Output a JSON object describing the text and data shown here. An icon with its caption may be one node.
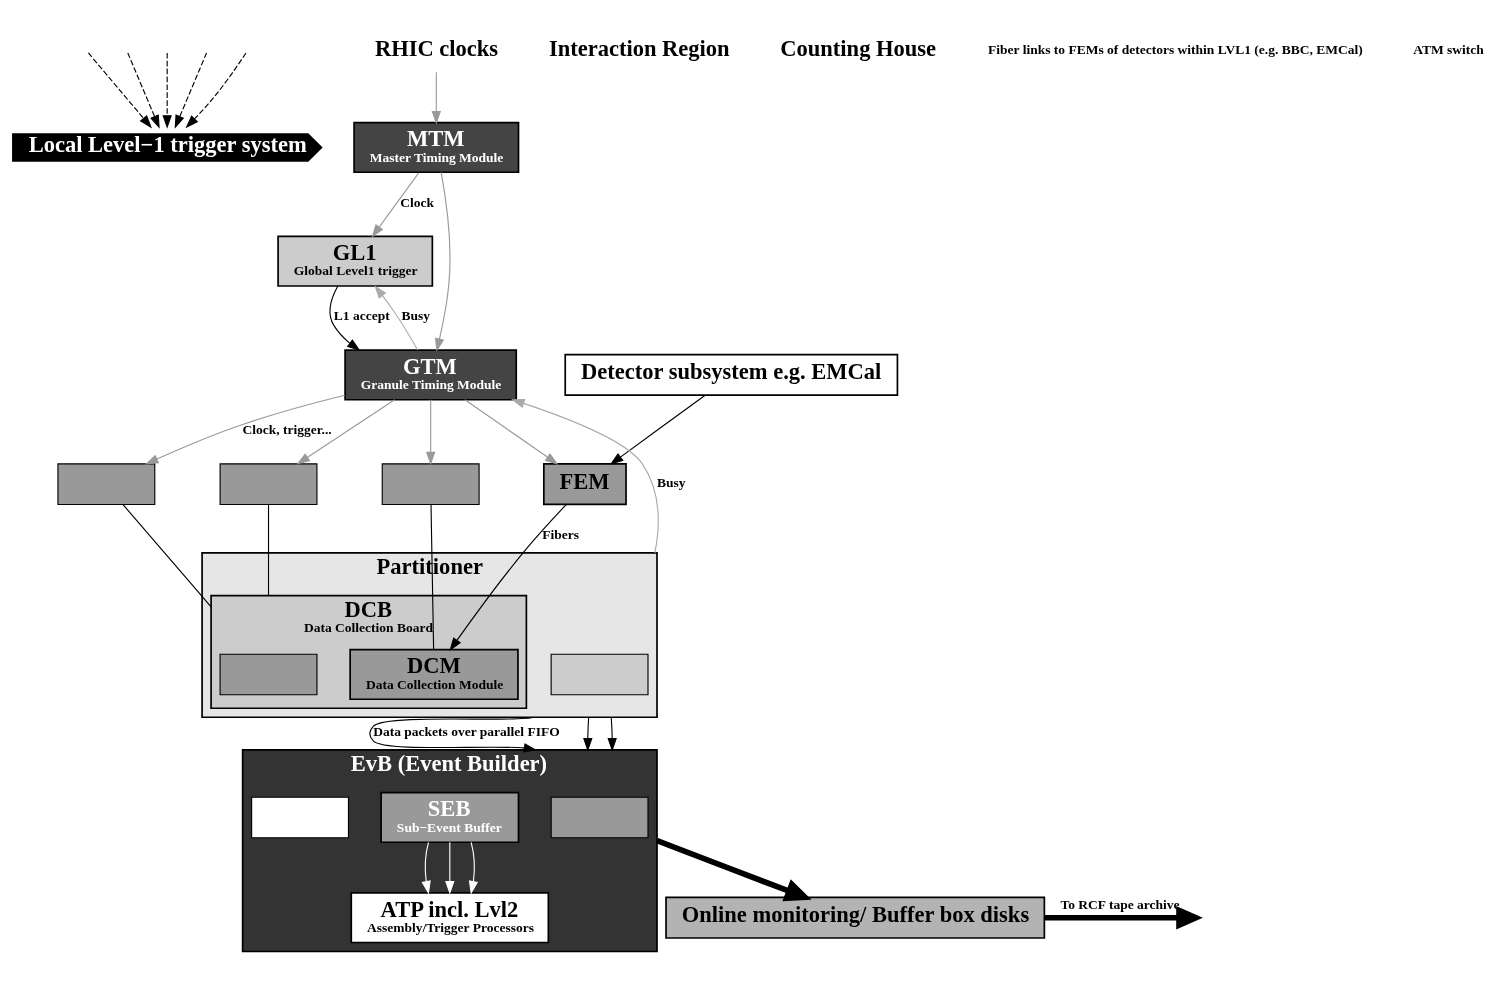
{
  "diagram": {
    "nodes": [
      {
        "text": [
          "Local Level−1 trigger system"
        ]
      },
      {
        "text": [
          "GL1",
          "Global Level1 trigger"
        ]
      },
      {
        "text": [
          "GTM",
          "Granule Timing Module"
        ]
      },
      {
        "text": [
          "MTM",
          "Master Timing Module"
        ]
      },
      {
        "text": [
          "RHIC clocks"
        ]
      },
      {
        "text": [
          "Detector subsystem e.g. EMCal"
        ]
      },
      {
        "text": [],
        "shape": "box"
      },
      {
        "text": [],
        "shape": "box"
      },
      {
        "text": [],
        "shape": "box"
      },
      {
        "text": [
          "FEM"
        ]
      },
      {
        "text": [
          "Partitioner"
        ]
      },
      {
        "text": [],
        "shape": "box",
        "in": 10
      },
      {
        "text": [
          "DCB",
          "Data Collection Board"
        ],
        "in": 10
      },
      {
        "text": [],
        "shape": "box",
        "in": 12
      },
      {
        "text": [
          "DCM",
          "Data Collection Module"
        ],
        "in": 12
      },
      {
        "text": [
          "EvB (Event Builder)"
        ]
      },
      {
        "text": [],
        "shape": "box",
        "in": 15
      },
      {
        "text": [
          "SEB",
          "Sub−Event Buffer"
        ],
        "in": 15
      },
      {
        "text": [],
        "shape": "box",
        "in": 15
      },
      {
        "text": [
          "ATP incl. Lvl2",
          "Assembly/Trigger Processors"
        ],
        "in": 15
      },
      {
        "text": [
          "Online monitoring/ Buffer box disks"
        ]
      }
    ],
    "edges": [
      {
        "from": 1,
        "to": 2,
        "arrow": "to",
        "label": "L1 accept"
      },
      {
        "from": 2,
        "to": 1,
        "arrow": "to",
        "label": "Busy",
        "color": "#aaaaaa"
      },
      {
        "from": 3,
        "to": 1,
        "arrow": "to",
        "label": "Clock",
        "color": "#999999"
      },
      {
        "from": 3,
        "to": 2,
        "arrow": "to",
        "color": "#999999"
      },
      {
        "from": 4,
        "to": 3,
        "arrow": "to",
        "color": "#999999"
      },
      {
        "from": 2,
        "to": 6,
        "arrow": "to",
        "label": "Clock, trigger...",
        "color": "#999999"
      },
      {
        "from": 2,
        "to": 7,
        "arrow": "to",
        "color": "#999999"
      },
      {
        "from": 2,
        "to": 8,
        "arrow": "to",
        "color": "#999999"
      },
      {
        "from": 2,
        "to": 9,
        "arrow": "to",
        "color": "#999999"
      },
      {
        "from": null,
        "to": 0,
        "arrow": "to",
        "style": "dashed"
      },
      {
        "from": null,
        "to": 0,
        "arrow": "to",
        "style": "dashed"
      },
      {
        "from": null,
        "to": 0,
        "arrow": "to",
        "style": "dashed"
      },
      {
        "from": null,
        "to": 0,
        "arrow": "to",
        "style": "dashed"
      },
      {
        "from": null,
        "to": 0,
        "arrow": "to",
        "style": "dashed"
      },
      {
        "from": 5,
        "to": 9,
        "arrow": "to"
      },
      {
        "from": 6,
        "to": 12,
        "arrow": "none"
      },
      {
        "from": 7,
        "to": 12,
        "arrow": "none"
      },
      {
        "from": 8,
        "to": 14,
        "arrow": "none"
      },
      {
        "from": 9,
        "to": 14,
        "arrow": "to",
        "label": "Fibers"
      },
      {
        "from": 10,
        "to": 2,
        "arrow": "to",
        "label": "Busy",
        "color": "#aaaaaa"
      },
      {
        "from": 10,
        "to": 15,
        "arrow": "to",
        "label": "Data packets over parallel FIFO"
      },
      {
        "from": 10,
        "to": 15,
        "arrow": "to"
      },
      {
        "from": 10,
        "to": 15,
        "arrow": "to"
      },
      {
        "from": 17,
        "to": 19,
        "arrow": "to",
        "color": "#ffffff"
      },
      {
        "from": 17,
        "to": 19,
        "arrow": "to",
        "color": "#ffffff"
      },
      {
        "from": 17,
        "to": 19,
        "arrow": "to",
        "color": "#ffffff"
      },
      {
        "from": 15,
        "to": 20,
        "arrow": "to",
        "style": "thick"
      },
      {
        "from": 20,
        "to": null,
        "arrow": "to",
        "style": "thick",
        "label": "To RCF tape archive"
      }
    ],
    "labels": [
      "Interaction Region",
      "Counting House",
      "Fiber links to FEMs of detectors within LVL1 (e.g. BBC, EMCal)",
      "ATM switch"
    ]
  }
}
